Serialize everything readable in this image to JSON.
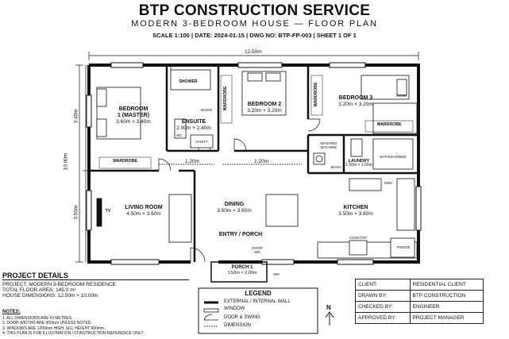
{
  "header": {
    "title": "BTP CONSTRUCTION SERVICE",
    "subtitle": "MODERN 3-BEDROOM HOUSE — FLOOR PLAN",
    "meta": "SCALE 1:100  |  DATE: 2024-01-15  |  DWG NO: BTP-FP-003  |  SHEET 1 OF 1"
  },
  "dims": {
    "width_top": "12.50m",
    "height_total": "10.00m",
    "upper": "3.40m",
    "lower": "3.50m",
    "corridor_left": "1.20m",
    "corridor_mid": "1.20m"
  },
  "rooms": {
    "bed1_name": "BEDROOM\n1 (MASTER)",
    "bed1_size": "3.60m × 3.40m",
    "ensuite_name": "ENSUITE",
    "ensuite_size": "2.00m × 2.40m",
    "bed2_name": "BEDROOM 2",
    "bed2_size": "3.20m × 3.20m",
    "bed3_name": "BEDROOM 3",
    "bed3_size": "3.20m × 3.20m",
    "living_name": "LIVING ROOM",
    "living_size": "4.50m × 3.60m",
    "dining_name": "DINING",
    "dining_size": "3.50m × 3.60m",
    "kitchen_name": "KITCHEN",
    "kitchen_size": "3.50m × 3.60m",
    "laundry_name": "LAUNDRY",
    "laundry_size": "1.50m × 1.50m",
    "porch_name": "PORCH 1",
    "porch_size": "1.50m × 2.00m",
    "entry": "ENTRY / PORCH"
  },
  "fixtures": {
    "shower": "SHOWER",
    "basin": "BASIN",
    "wc": "WC",
    "vanity": "VANITY",
    "wardrobe": "WARDROBE",
    "desk": "DESK",
    "washing": "WASHING\nMACHINE",
    "wm": "WASH",
    "bath": "BATH/SHOWER",
    "sink": "SINK",
    "fridge": "FRIDGE",
    "cooktop": "COOKTOP",
    "tv": "TV",
    "door": "DOOR\n900",
    "d900": "900"
  },
  "project": {
    "heading": "PROJECT DETAILS",
    "line1": "PROJECT: MODERN 3-BEDROOM RESIDENCE",
    "line2": "TOTAL FLOOR AREA: 145.0 m²",
    "line3": "HOUSE DIMENSIONS: 12.50m × 10.00m"
  },
  "notes": {
    "heading": "NOTES:",
    "n1": "1. ALL DIMENSIONS ARE IN METRES.",
    "n2": "2. DOOR WIDTHS ARE 900mm UNLESS NOTED.",
    "n3": "3. WINDOWS ARE 1200mm HIGH, SILL HEIGHT 900mm.",
    "n4": "4. THIS PLAN IS FOR ILLUSTRATION / CONSTRUCTION REFERENCE ONLY."
  },
  "legend": {
    "heading": "LEGEND",
    "wall": "EXTERNAL / INTERNAL WALL",
    "window": "WINDOW",
    "door": "DOOR & SWING",
    "dim": "DIMENSION"
  },
  "titleblock": [
    {
      "k": "CLIENT:",
      "v": "RESIDENTIAL CLIENT"
    },
    {
      "k": "DRAWN BY:",
      "v": "BTP CONSTRUCTION"
    },
    {
      "k": "CHECKED BY:",
      "v": "ENGINEER"
    },
    {
      "k": "APPROVED BY:",
      "v": "PROJECT MANAGER"
    }
  ],
  "north": "N"
}
